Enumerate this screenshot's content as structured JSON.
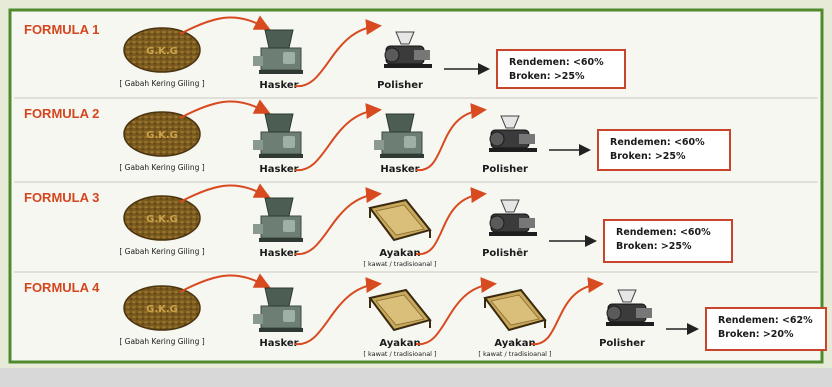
{
  "colors": {
    "frame_border": "#4f8a2e",
    "panel_bg": "#f7f7f2",
    "formula_label": "#d4461f",
    "arrow_curve": "#d84a20",
    "arrow_straight": "#222222",
    "result_border": "#c8452c",
    "text_dark": "#1a1a1a",
    "grain_fill": "#7a5a1e"
  },
  "formulas": [
    {
      "label": "FORMULA  1",
      "grain_caption": "[ Gabah Kering Giling ]",
      "grain_text": "G.K.G",
      "machines": [
        {
          "type": "husker",
          "label": "Hasker",
          "sublabel": ""
        },
        {
          "type": "polisher",
          "label": "Polisher",
          "sublabel": ""
        }
      ],
      "result": {
        "rendemen": "Rendemen: <60%",
        "broken": "Broken: >25%"
      }
    },
    {
      "label": "FORMULA  2",
      "grain_caption": "[ Gabah Kering Giling ]",
      "grain_text": "G.K.G",
      "machines": [
        {
          "type": "husker",
          "label": "Hasker",
          "sublabel": ""
        },
        {
          "type": "husker",
          "label": "Hasker",
          "sublabel": ""
        },
        {
          "type": "polisher",
          "label": "Polisher",
          "sublabel": ""
        }
      ],
      "result": {
        "rendemen": "Rendemen: <60%",
        "broken": "Broken: >25%"
      }
    },
    {
      "label": "FORMULA  3",
      "grain_caption": "[ Gabah Kering Giling ]",
      "grain_text": "G.K.G",
      "machines": [
        {
          "type": "husker",
          "label": "Hasker",
          "sublabel": ""
        },
        {
          "type": "sieve",
          "label": "Ayakan",
          "sublabel": "[ kawat / tradisioanal ]"
        },
        {
          "type": "polisher",
          "label": "Polishēr",
          "sublabel": ""
        }
      ],
      "result": {
        "rendemen": "Rendemen: <60%",
        "broken": "Broken: >25%"
      }
    },
    {
      "label": "FORMULA  4",
      "grain_caption": "[ Gabah Kering Giling ]",
      "grain_text": "G.K.G",
      "machines": [
        {
          "type": "husker",
          "label": "Hasker",
          "sublabel": ""
        },
        {
          "type": "sieve",
          "label": "Ayakan",
          "sublabel": "[ kawat / tradisioanal ]"
        },
        {
          "type": "sieve",
          "label": "Ayakan",
          "sublabel": "[ kawat / tradisioanal ]"
        },
        {
          "type": "polisher",
          "label": "Polisher",
          "sublabel": ""
        }
      ],
      "result": {
        "rendemen": "Rendemen: <62%",
        "broken": "Broken: >20%"
      }
    }
  ]
}
